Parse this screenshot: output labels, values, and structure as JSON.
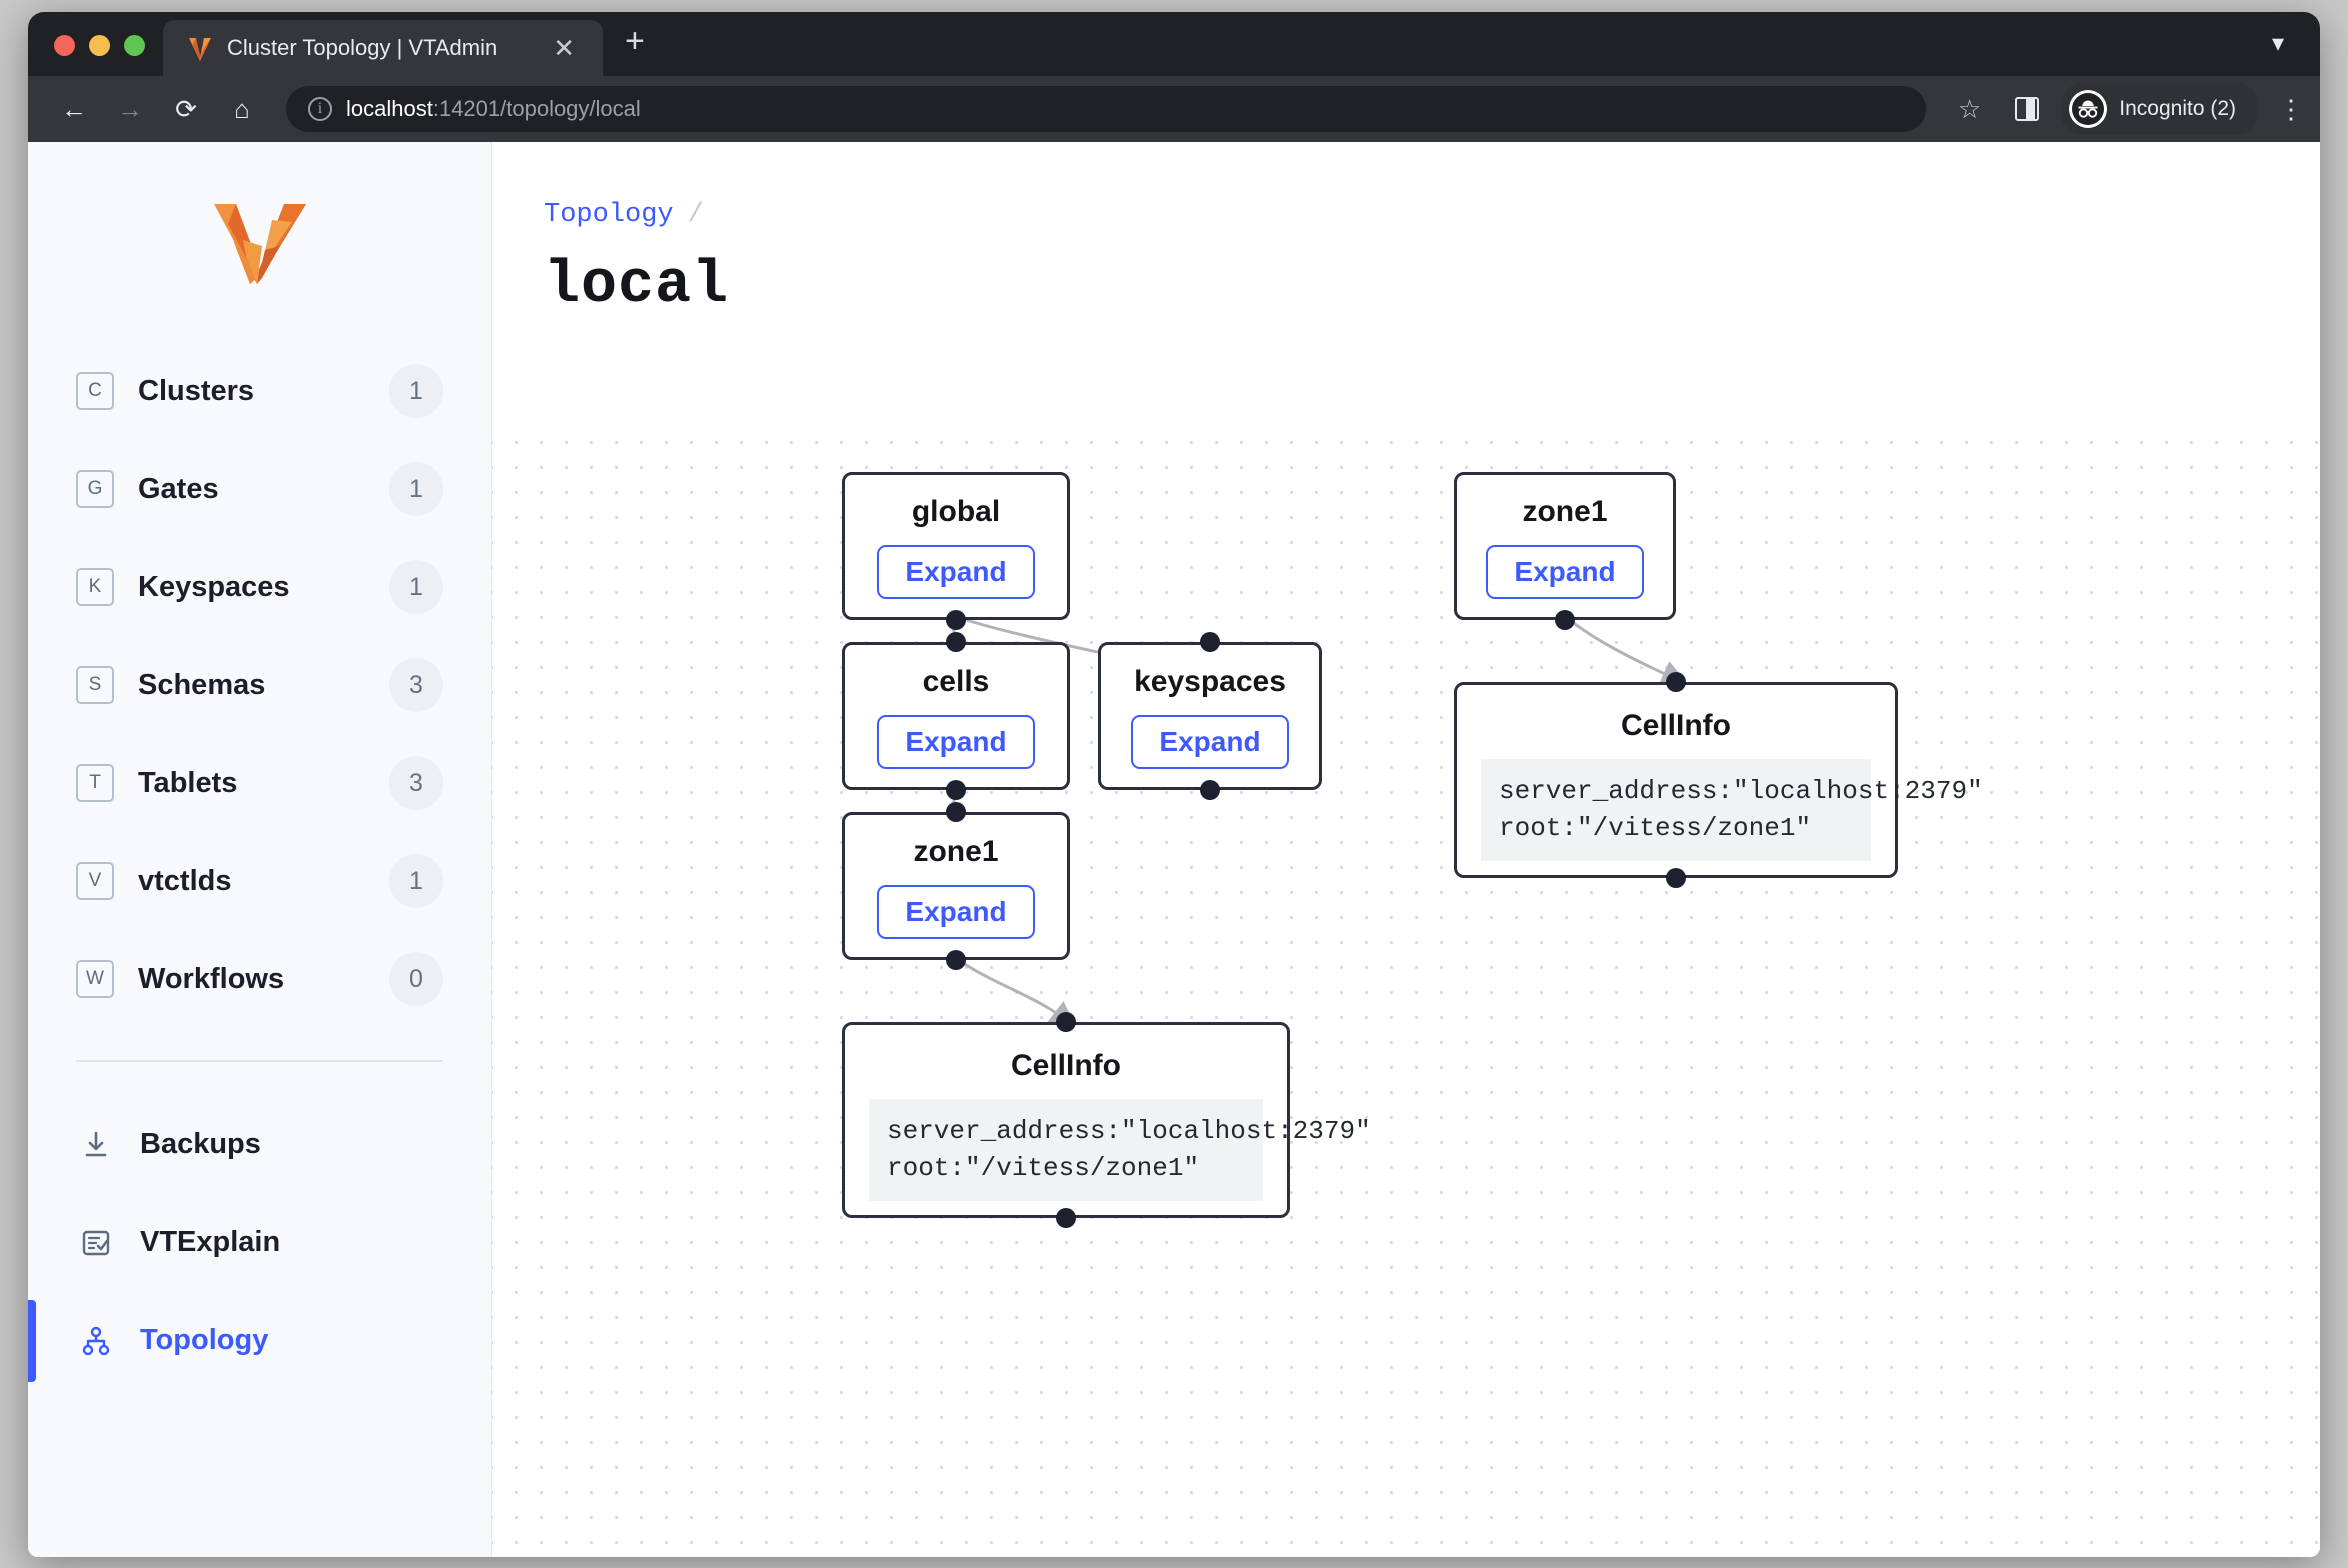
{
  "browser": {
    "tab": {
      "title": "Cluster Topology | VTAdmin",
      "favicon": "vitess-logo-icon",
      "close_icon": "close-icon"
    },
    "new_tab_icon": "plus-icon",
    "tabstrip_chevron_icon": "chevron-down-icon",
    "nav": {
      "back_icon": "back-arrow-icon",
      "forward_icon": "forward-arrow-icon",
      "reload_icon": "reload-icon",
      "home_icon": "home-icon"
    },
    "omnibox": {
      "info_icon": "info-circle-icon",
      "url_host": "localhost",
      "url_rest": ":14201/topology/local",
      "star_icon": "bookmark-star-icon"
    },
    "side_panel_icon": "side-panel-icon",
    "profile": {
      "label": "Incognito (2)",
      "icon": "incognito-icon"
    },
    "menu_icon": "kebab-menu-icon"
  },
  "sidebar": {
    "logo": "vitess-logo",
    "items": [
      {
        "badge": "C",
        "label": "Clusters",
        "count": "1",
        "icon": "letter-badge-c"
      },
      {
        "badge": "G",
        "label": "Gates",
        "count": "1",
        "icon": "letter-badge-g"
      },
      {
        "badge": "K",
        "label": "Keyspaces",
        "count": "1",
        "icon": "letter-badge-k"
      },
      {
        "badge": "S",
        "label": "Schemas",
        "count": "3",
        "icon": "letter-badge-s"
      },
      {
        "badge": "T",
        "label": "Tablets",
        "count": "3",
        "icon": "letter-badge-t"
      },
      {
        "badge": "V",
        "label": "vtctlds",
        "count": "1",
        "icon": "letter-badge-v"
      },
      {
        "badge": "W",
        "label": "Workflows",
        "count": "0",
        "icon": "letter-badge-w"
      }
    ],
    "secondary": [
      {
        "label": "Backups",
        "icon": "download-icon",
        "active": false
      },
      {
        "label": "VTExplain",
        "icon": "checklist-icon",
        "active": false
      },
      {
        "label": "Topology",
        "icon": "sitemap-icon",
        "active": true
      }
    ]
  },
  "main": {
    "breadcrumb": {
      "root": "Topology",
      "separator": "/"
    },
    "title": "local"
  },
  "graph": {
    "expand_label": "Expand",
    "nodes": [
      {
        "id": "global",
        "title": "global",
        "type": "expandable"
      },
      {
        "id": "cells",
        "title": "cells",
        "type": "expandable"
      },
      {
        "id": "keyspaces",
        "title": "keyspaces",
        "type": "expandable"
      },
      {
        "id": "zone1-left",
        "title": "zone1",
        "type": "expandable"
      },
      {
        "id": "zone1-right",
        "title": "zone1",
        "type": "expandable"
      },
      {
        "id": "cellinfo-left",
        "title": "CellInfo",
        "type": "info",
        "code": "server_address:\"localhost:2379\"\nroot:\"/vitess/zone1\""
      },
      {
        "id": "cellinfo-right",
        "title": "CellInfo",
        "type": "info",
        "code": "server_address:\"localhost:2379\"\nroot:\"/vitess/zone1\""
      }
    ],
    "edges": [
      {
        "from": "global",
        "to": "cells"
      },
      {
        "from": "global",
        "to": "keyspaces"
      },
      {
        "from": "cells",
        "to": "zone1-left"
      },
      {
        "from": "zone1-left",
        "to": "cellinfo-left"
      },
      {
        "from": "zone1-right",
        "to": "cellinfo-right"
      }
    ]
  },
  "colors": {
    "accent": "#3d5afe",
    "node_border": "#2b2f3e",
    "edge": "#b0b4ba",
    "sidebar_bg": "#f7f9fc",
    "logo_orange": "#e8823a"
  }
}
